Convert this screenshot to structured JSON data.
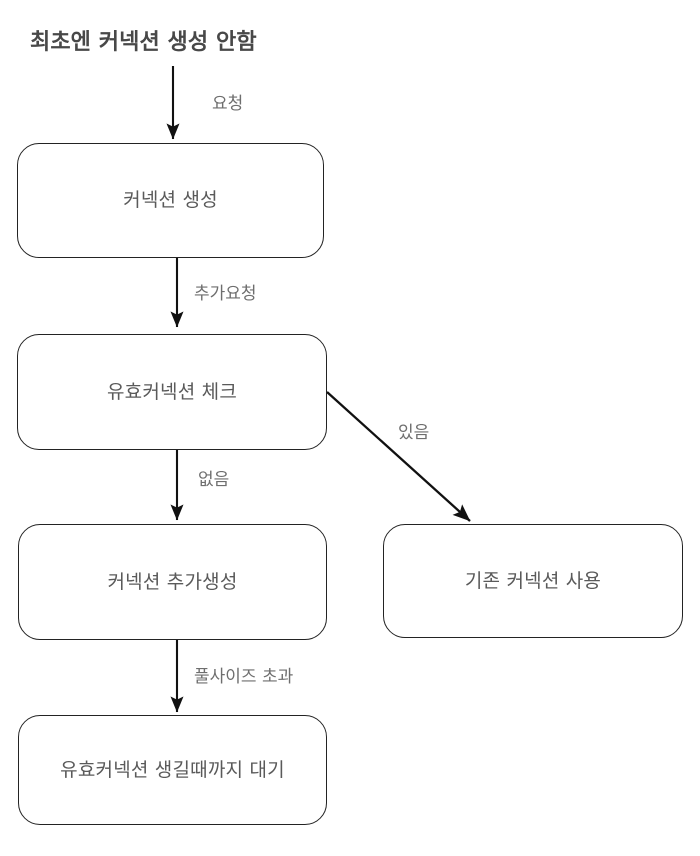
{
  "diagram": {
    "title": "최초엔 커넥션 생성 안함",
    "nodes": [
      {
        "id": "create-connection",
        "label": "커넥션 생성"
      },
      {
        "id": "check-valid",
        "label": "유효커넥션 체크"
      },
      {
        "id": "create-additional",
        "label": "커넥션 추가생성"
      },
      {
        "id": "wait-for-valid",
        "label": "유효커넥션 생길때까지 대기"
      },
      {
        "id": "use-existing",
        "label": "기존 커넥션 사용"
      }
    ],
    "edges": [
      {
        "id": "request",
        "label": "요청",
        "from": "title",
        "to": "create-connection"
      },
      {
        "id": "more-request",
        "label": "추가요청",
        "from": "create-connection",
        "to": "check-valid"
      },
      {
        "id": "has-none",
        "label": "없음",
        "from": "check-valid",
        "to": "create-additional"
      },
      {
        "id": "has-one",
        "label": "있음",
        "from": "check-valid",
        "to": "use-existing"
      },
      {
        "id": "pool-exceeded",
        "label": "풀사이즈 초과",
        "from": "create-additional",
        "to": "wait-for-valid"
      }
    ],
    "colors": {
      "stroke": "#232323",
      "node_text": "#5a5a5a",
      "edge_text": "#6e6e6e",
      "title_text": "#484848",
      "background": "#ffffff"
    }
  }
}
